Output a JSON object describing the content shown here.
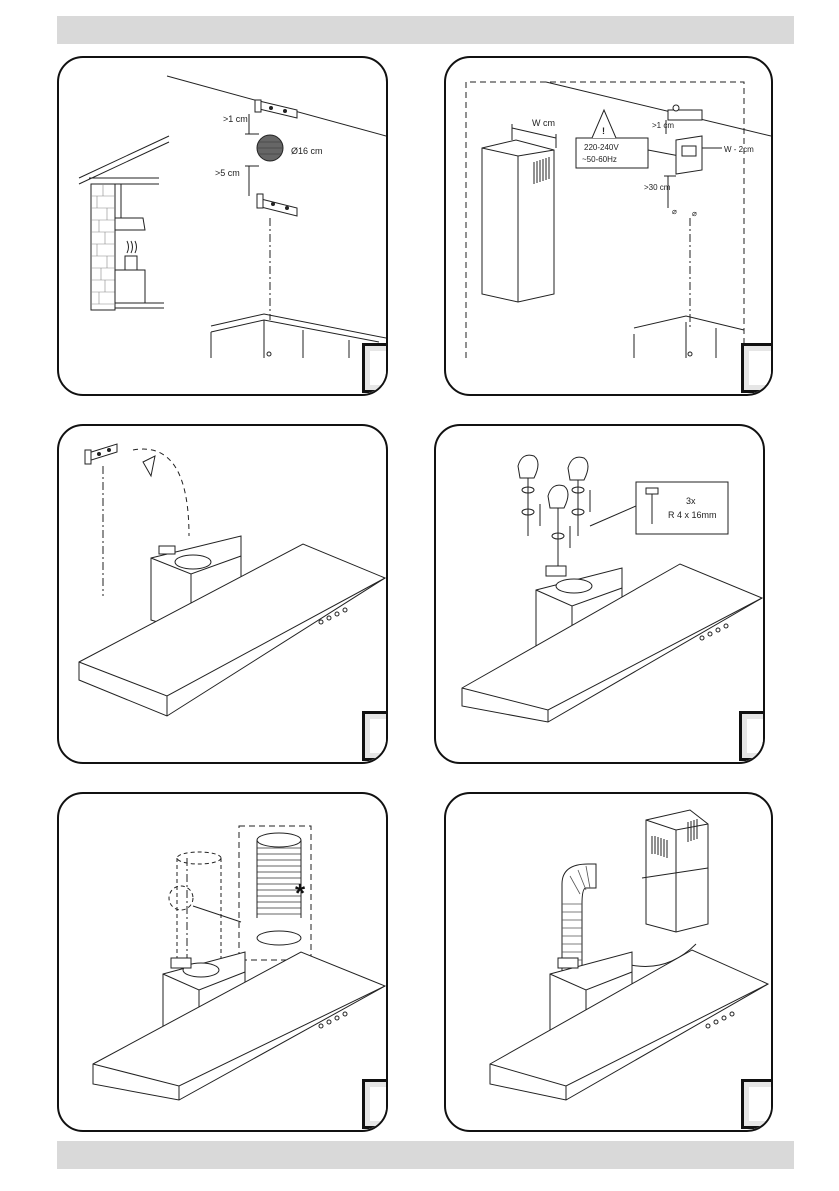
{
  "panel1": {
    "gap_top": ">1 cm",
    "diameter": "Ø16 cm",
    "gap_bottom": ">5 cm"
  },
  "panel2": {
    "width": "W cm",
    "gap_top": ">1 cm",
    "voltage": "220-240V",
    "frequency": "~50-60Hz",
    "width_minus": "W - 2cm",
    "gap_bottom": ">30 cm"
  },
  "panel4": {
    "screw_count": "3x",
    "screw_size": "R 4 x 16mm"
  },
  "panel5": {
    "optional_mark": "*"
  },
  "colors": {
    "line": "#222222",
    "bar": "#d9d9d9",
    "stepbox_border": "#111111",
    "stepbox_fill": "#e6e6e6",
    "duct_grey": "#555555"
  }
}
